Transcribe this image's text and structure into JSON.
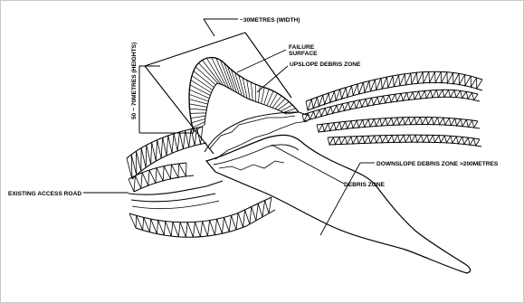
{
  "labels": {
    "width": "~30METRES (WIDTH)",
    "height": "50 ~ 70METRES (HEIGHTS)",
    "failure_line1": "FAILURE",
    "failure_line2": "SURFACE",
    "upslope": "UPSLOPE DEBRIS ZONE",
    "downslope": "DOWNSLOPE DEBRIS ZONE >200METRES",
    "debris": "DEBRIS ZONE",
    "road": "EXISTING ACCESS ROAD"
  }
}
